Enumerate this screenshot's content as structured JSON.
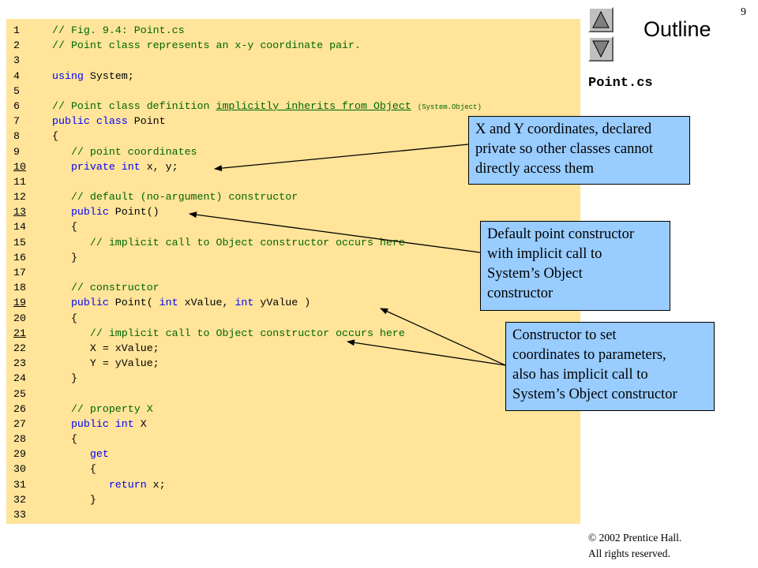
{
  "slide": {
    "page_number": "9",
    "outline_title": "Outline",
    "file_name": "Point.cs",
    "copyright_line1": "© 2002 Prentice Hall.",
    "copyright_line2": "All rights reserved."
  },
  "code_lines": [
    {
      "n": "1",
      "segs": [
        [
          "c",
          "// Fig. 9.4: Point.cs"
        ]
      ]
    },
    {
      "n": "2",
      "segs": [
        [
          "c",
          "// Point class represents an x-y coordinate pair."
        ]
      ]
    },
    {
      "n": "3",
      "segs": []
    },
    {
      "n": "4",
      "segs": [
        [
          "k",
          "using"
        ],
        [
          "s",
          " System;"
        ]
      ]
    },
    {
      "n": "5",
      "segs": []
    },
    {
      "n": "6",
      "segs": [
        [
          "c",
          "// Point class definition "
        ],
        [
          "ul",
          "implicitly inherits from Object"
        ],
        [
          "c",
          " "
        ],
        [
          "small",
          "(System.Object)"
        ]
      ]
    },
    {
      "n": "7",
      "segs": [
        [
          "k",
          "public class"
        ],
        [
          "s",
          " Point"
        ]
      ]
    },
    {
      "n": "8",
      "segs": [
        [
          "s",
          "{"
        ]
      ]
    },
    {
      "n": "9",
      "segs": [
        [
          "c",
          "   // point coordinates"
        ]
      ]
    },
    {
      "n": "10",
      "u": true,
      "segs": [
        [
          "k",
          "   private int"
        ],
        [
          "s",
          " x, y;"
        ]
      ]
    },
    {
      "n": "11",
      "segs": []
    },
    {
      "n": "12",
      "segs": [
        [
          "c",
          "   // default (no-argument) constructor"
        ]
      ]
    },
    {
      "n": "13",
      "u": true,
      "segs": [
        [
          "k",
          "   public"
        ],
        [
          "s",
          " Point()"
        ]
      ]
    },
    {
      "n": "14",
      "segs": [
        [
          "s",
          "   {"
        ]
      ]
    },
    {
      "n": "15",
      "segs": [
        [
          "c",
          "      // implicit call to Object constructor occurs here"
        ]
      ]
    },
    {
      "n": "16",
      "segs": [
        [
          "s",
          "   }"
        ]
      ]
    },
    {
      "n": "17",
      "segs": []
    },
    {
      "n": "18",
      "segs": [
        [
          "c",
          "   // constructor"
        ]
      ]
    },
    {
      "n": "19",
      "u": true,
      "segs": [
        [
          "k",
          "   public"
        ],
        [
          "s",
          " Point( "
        ],
        [
          "k",
          "int"
        ],
        [
          "s",
          " xValue, "
        ],
        [
          "k",
          "int"
        ],
        [
          "s",
          " yValue )"
        ]
      ]
    },
    {
      "n": "20",
      "segs": [
        [
          "s",
          "   {"
        ]
      ]
    },
    {
      "n": "21",
      "u": true,
      "segs": [
        [
          "c",
          "      // implicit call to Object constructor occurs here"
        ]
      ]
    },
    {
      "n": "22",
      "segs": [
        [
          "s",
          "      X = xValue;"
        ]
      ]
    },
    {
      "n": "23",
      "segs": [
        [
          "s",
          "      Y = yValue;"
        ]
      ]
    },
    {
      "n": "24",
      "segs": [
        [
          "s",
          "   }"
        ]
      ]
    },
    {
      "n": "25",
      "segs": []
    },
    {
      "n": "26",
      "segs": [
        [
          "c",
          "   // property X"
        ]
      ]
    },
    {
      "n": "27",
      "segs": [
        [
          "k",
          "   public int"
        ],
        [
          "s",
          " X"
        ]
      ]
    },
    {
      "n": "28",
      "segs": [
        [
          "s",
          "   {"
        ]
      ]
    },
    {
      "n": "29",
      "segs": [
        [
          "k",
          "      get"
        ]
      ]
    },
    {
      "n": "30",
      "segs": [
        [
          "s",
          "      {"
        ]
      ]
    },
    {
      "n": "31",
      "segs": [
        [
          "k",
          "         return"
        ],
        [
          "s",
          " x;"
        ]
      ]
    },
    {
      "n": "32",
      "segs": [
        [
          "s",
          "      }"
        ]
      ]
    },
    {
      "n": "33",
      "segs": []
    }
  ],
  "callouts": {
    "coords": {
      "lines": [
        "X and Y coordinates, declared",
        "private so other classes cannot",
        "directly access them"
      ]
    },
    "default_ctor": {
      "lines": [
        "Default point constructor",
        "with implicit call to",
        "System’s Object",
        "constructor"
      ]
    },
    "param_ctor": {
      "lines": [
        "Constructor to set",
        "coordinates to parameters,",
        "also has implicit call to",
        "System’s Object constructor"
      ]
    }
  },
  "colors": {
    "code_background": "#ffe49a",
    "callout_background": "#99ccff",
    "comment": "#006600",
    "keyword": "#0000ff"
  }
}
